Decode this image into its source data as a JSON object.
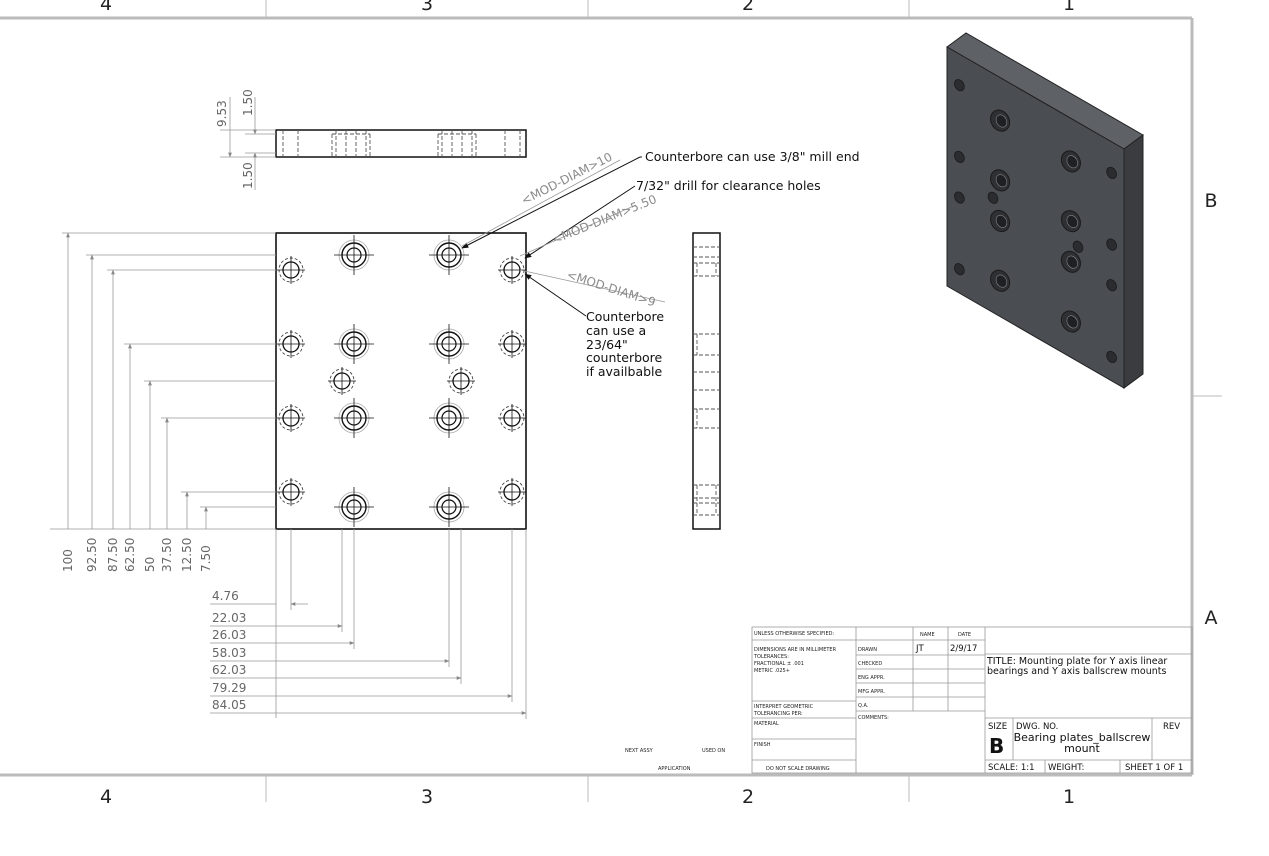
{
  "zones": {
    "top": [
      "4",
      "3",
      "2",
      "1"
    ],
    "bottom": [
      "4",
      "3",
      "2",
      "1"
    ],
    "side": [
      "B",
      "A"
    ]
  },
  "dimensions": {
    "side_view": [
      "9.53",
      "1.50",
      "1.50"
    ],
    "vertical": [
      "100",
      "92.50",
      "87.50",
      "62.50",
      "50",
      "37.50",
      "12.50",
      "7.50"
    ],
    "horizontal": [
      "4.76",
      "22.03",
      "26.03",
      "58.03",
      "62.03",
      "79.29",
      "84.05"
    ]
  },
  "callouts": {
    "mod_diam_10": "<MOD-DIAM>10",
    "mod_diam_5_50": "<MOD-DIAM>5.50",
    "mod_diam_9": "<MOD-DIAM>9",
    "counterbore_mill": "Counterbore can use 3/8\" mill end",
    "drill_clearance": "7/32\" drill for clearance holes",
    "counterbore_lines": [
      "Counterbore",
      "can use a",
      "23/64\"",
      "counterbore",
      "if availbable"
    ]
  },
  "title_block": {
    "unless_specified": "UNLESS OTHERWISE SPECIFIED:",
    "dims_lines": [
      "DIMENSIONS ARE IN MILLIMETER",
      "TOLERANCES:",
      "FRACTIONAL ±  .001",
      "METRIC   .025+"
    ],
    "interpret": [
      "INTERPRET GEOMETRIC",
      "TOLERANCING PER:"
    ],
    "material": "MATERIAL",
    "finish": "FINISH",
    "do_not_scale": "DO NOT SCALE DRAWING",
    "next_assy": "NEXT ASSY",
    "used_on": "USED ON",
    "application": "APPLICATION",
    "name_header": "NAME",
    "date_header": "DATE",
    "rows": [
      "DRAWN",
      "CHECKED",
      "ENG APPR.",
      "MFG APPR.",
      "Q.A."
    ],
    "comments": "COMMENTS:",
    "drawn_name": "JT",
    "drawn_date": "2/9/17",
    "title_lines": [
      "TITLE: Mounting plate for Y axis linear",
      "bearings and Y axis ballscrew mounts"
    ],
    "size_label": "SIZE",
    "size_value": "B",
    "dwg_no_label": "DWG.  NO.",
    "dwg_no_lines": [
      "Bearing plates_ballscrew",
      "mount"
    ],
    "rev_label": "REV",
    "scale": "SCALE: 1:1",
    "weight": "WEIGHT:",
    "sheet": "SHEET 1 OF 1"
  }
}
